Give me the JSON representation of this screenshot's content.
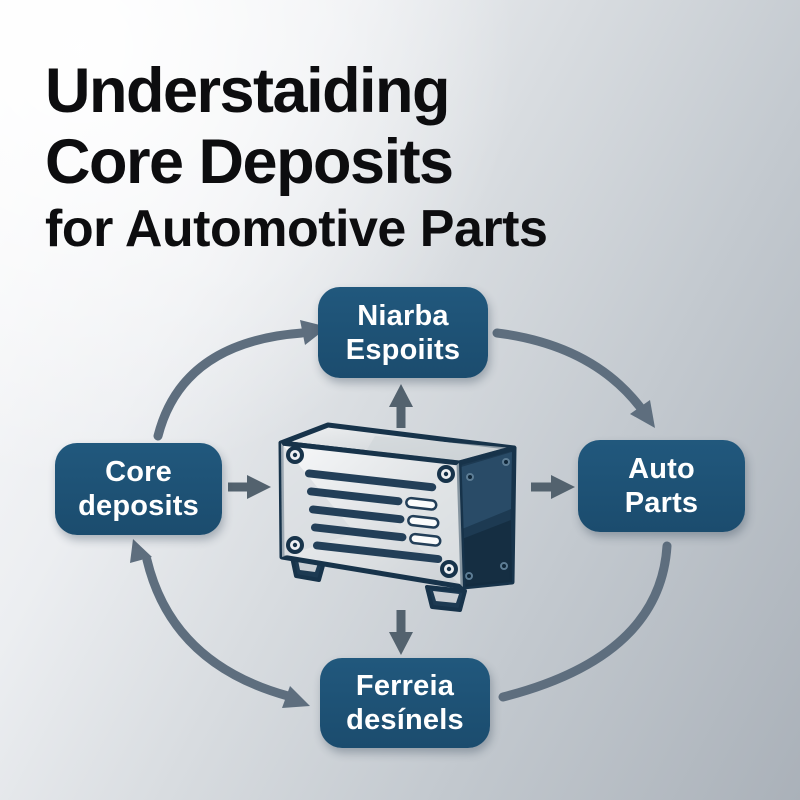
{
  "title": {
    "line1": "Understaiding",
    "line2": "Core Deposits",
    "line3": "for Automotive Parts"
  },
  "diagram": {
    "nodes": {
      "top": {
        "line1": "Niarba",
        "line2": "Espoiits"
      },
      "left": {
        "line1": "Core",
        "line2": "deposits"
      },
      "right": {
        "line1": "Auto",
        "line2": "Parts"
      },
      "bottom": {
        "line1": "Ferreia",
        "line2": "desínels"
      }
    },
    "center_illustration": "automotive-core-part-vented-metal-box",
    "flows": [
      "left-node to center (straight arrow right)",
      "center to right-node (straight arrow right)",
      "center to top-node (straight arrow up)",
      "center to bottom-node (straight arrow down)",
      "left-node to top-node (curved arrow)",
      "top-node to right-node (curved arrow)",
      "right-node to bottom-node (curved line, no head)",
      "bottom-node to left-node (curved double-headed arrow)"
    ],
    "colors": {
      "node_fill": "#1d5174",
      "node_text": "#ffffff",
      "title_text": "#0d0d0f",
      "arrow_straight": "#53626e",
      "arrow_curved": "#5e6e7e",
      "machine_outline": "#17334a",
      "machine_side": "#1d3a52",
      "machine_face": "#e8ebee",
      "background_light": "#fcfcfd",
      "background_dark": "#aab1b9"
    }
  }
}
